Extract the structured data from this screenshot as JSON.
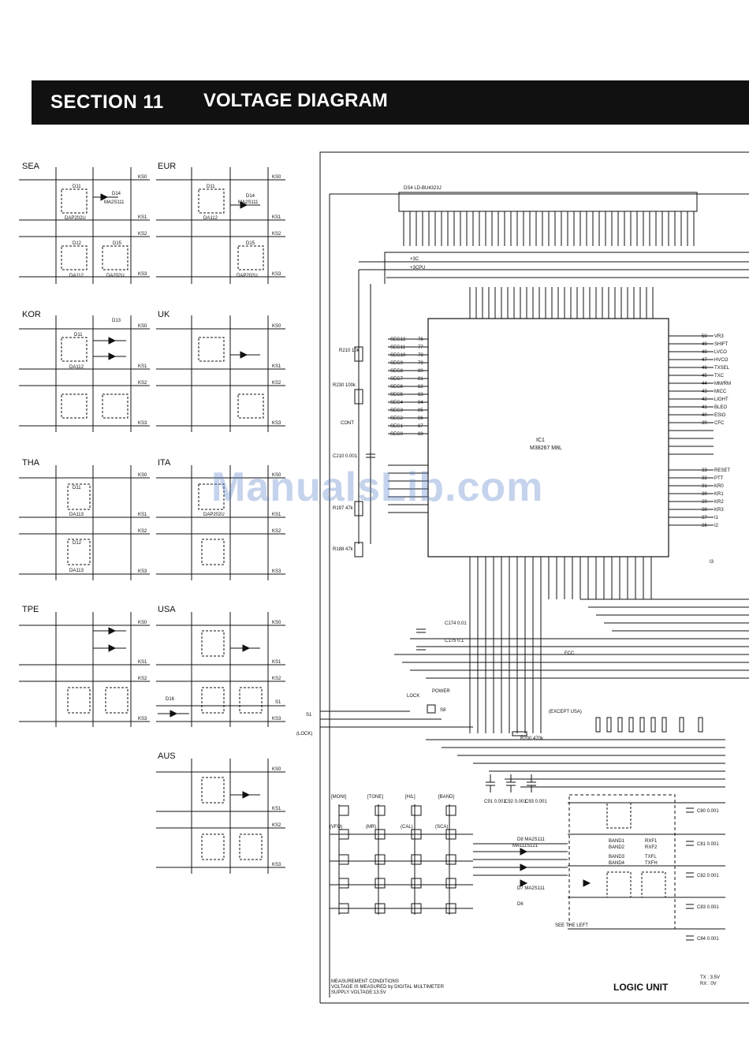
{
  "header": {
    "section": "SECTION 11",
    "title": "VOLTAGE DIAGRAM"
  },
  "watermark": "ManualsLib.com",
  "regions": [
    {
      "name": "SEA"
    },
    {
      "name": "EUR"
    },
    {
      "name": "KOR"
    },
    {
      "name": "UK"
    },
    {
      "name": "THA"
    },
    {
      "name": "ITA"
    },
    {
      "name": "TPE"
    },
    {
      "name": "USA"
    },
    {
      "name": "AUS"
    }
  ],
  "region_cols": {
    "c13": "I3",
    "c12": "I2",
    "c11": "I1"
  },
  "ks": {
    "ks0": "KS0",
    "ks1": "KS1",
    "ks2": "KS2",
    "ks3": "KS3",
    "s1": "S1"
  },
  "parts": {
    "d11": "D11",
    "d12": "D12",
    "d13": "D13",
    "d14": "D14",
    "d15": "D15",
    "d16": "D16",
    "dap202u": "DAP202U",
    "da112": "DA112",
    "da113": "DA113",
    "da202u": "DA202U",
    "ma2s111": "MA2S111"
  },
  "lcd": {
    "label": "DS4 LD-BU4323J"
  },
  "ic1": {
    "ref": "IC1",
    "part": "M38267 M8L"
  },
  "ic_right_pins": [
    {
      "num": "50",
      "name": "VR3"
    },
    {
      "num": "49",
      "name": "SHIFT"
    },
    {
      "num": "48",
      "name": "LVCO"
    },
    {
      "num": "47",
      "name": "HVCO"
    },
    {
      "num": "46",
      "name": "TXSEL"
    },
    {
      "num": "45",
      "name": "TXC"
    },
    {
      "num": "44",
      "name": "MM/RM"
    },
    {
      "num": "43",
      "name": "MICC"
    },
    {
      "num": "42",
      "name": "LIGHT"
    },
    {
      "num": "41",
      "name": "BLEO"
    },
    {
      "num": "40",
      "name": "ESIO"
    },
    {
      "num": "39",
      "name": "CFC"
    },
    {
      "num": "33",
      "name": "RESET"
    },
    {
      "num": "32",
      "name": "PTT"
    },
    {
      "num": "31",
      "name": "KR0"
    },
    {
      "num": "30",
      "name": "KR1"
    },
    {
      "num": "29",
      "name": "KR2"
    },
    {
      "num": "28",
      "name": "KR3"
    },
    {
      "num": "27",
      "name": "I1"
    },
    {
      "num": "26",
      "name": "I2"
    }
  ],
  "ic_left_pins": [
    {
      "name": "SEG12",
      "num": "76"
    },
    {
      "name": "SEG11",
      "num": "77"
    },
    {
      "name": "SEG10",
      "num": "78"
    },
    {
      "name": "SEG9",
      "num": "79"
    },
    {
      "name": "SEG8",
      "num": "80"
    },
    {
      "name": "SEG7",
      "num": "81"
    },
    {
      "name": "SEG6",
      "num": "82"
    },
    {
      "name": "SEG5",
      "num": "83"
    },
    {
      "name": "SEG4",
      "num": "84"
    },
    {
      "name": "SEG3",
      "num": "85"
    },
    {
      "name": "SEG2",
      "num": "86"
    },
    {
      "name": "SEG1",
      "num": "87"
    },
    {
      "name": "SEG0",
      "num": "88"
    }
  ],
  "keys": [
    {
      "label": "[MONI]"
    },
    {
      "label": "[TONE]"
    },
    {
      "label": "[H/L]"
    },
    {
      "label": "[BAND]"
    },
    {
      "label": "(VFO)"
    },
    {
      "label": "(MR)"
    },
    {
      "label": "(CAL)"
    },
    {
      "label": "(SCA)"
    }
  ],
  "components": {
    "r210": "R210 10k",
    "r230": "R230 100k",
    "c210": "C210 0.001",
    "r197": "R197 47k",
    "r188": "R188 47k",
    "c174": "C174 0.01",
    "c175": "C175 0.1",
    "r200": "R200 470k",
    "c91": "C91 0.001",
    "c92": "C92 0.001",
    "c93": "C93 0.001",
    "c80": "C80 0.001",
    "c81": "C81 0.001",
    "c82": "C82 0.001",
    "c83": "C83 0.001",
    "c84": "C84 0.001",
    "s8": "S8",
    "s1_lock": "(LOCK)",
    "see_left": "SEE THE LEFT",
    "d6": "D6",
    "d7": "D7 MA2S111",
    "d8": "D8 MA2S111",
    "ma111s121": "MA111S121",
    "band1": "BAND1",
    "band2": "BAND2",
    "band3": "BAND3",
    "band4": "BAND4",
    "rxf1": "RXF1",
    "rxf2": "RXF2",
    "txfl": "TXFL",
    "txfh": "TXFH"
  },
  "signals": {
    "p3c": "+3C",
    "p3cpu": "+3CPU",
    "cont": "CONT",
    "lock": "LOCK",
    "power": "POWER",
    "fcc": "FCC",
    "except": "(EXCEPT USA)",
    "i3": "I3",
    "i2": "I2",
    "i1": "I1"
  },
  "footer": {
    "line1": "MEASUREMENT CONDITIONS",
    "line2": "VOLTAGE IS MEASURED by DIGITAL MULTIMETER",
    "line3": "SUPPLY VOLTAGE:13.5V",
    "unit": "LOGIC UNIT",
    "tx": "TX : 3.5V",
    "rx": "RX : 0V"
  }
}
